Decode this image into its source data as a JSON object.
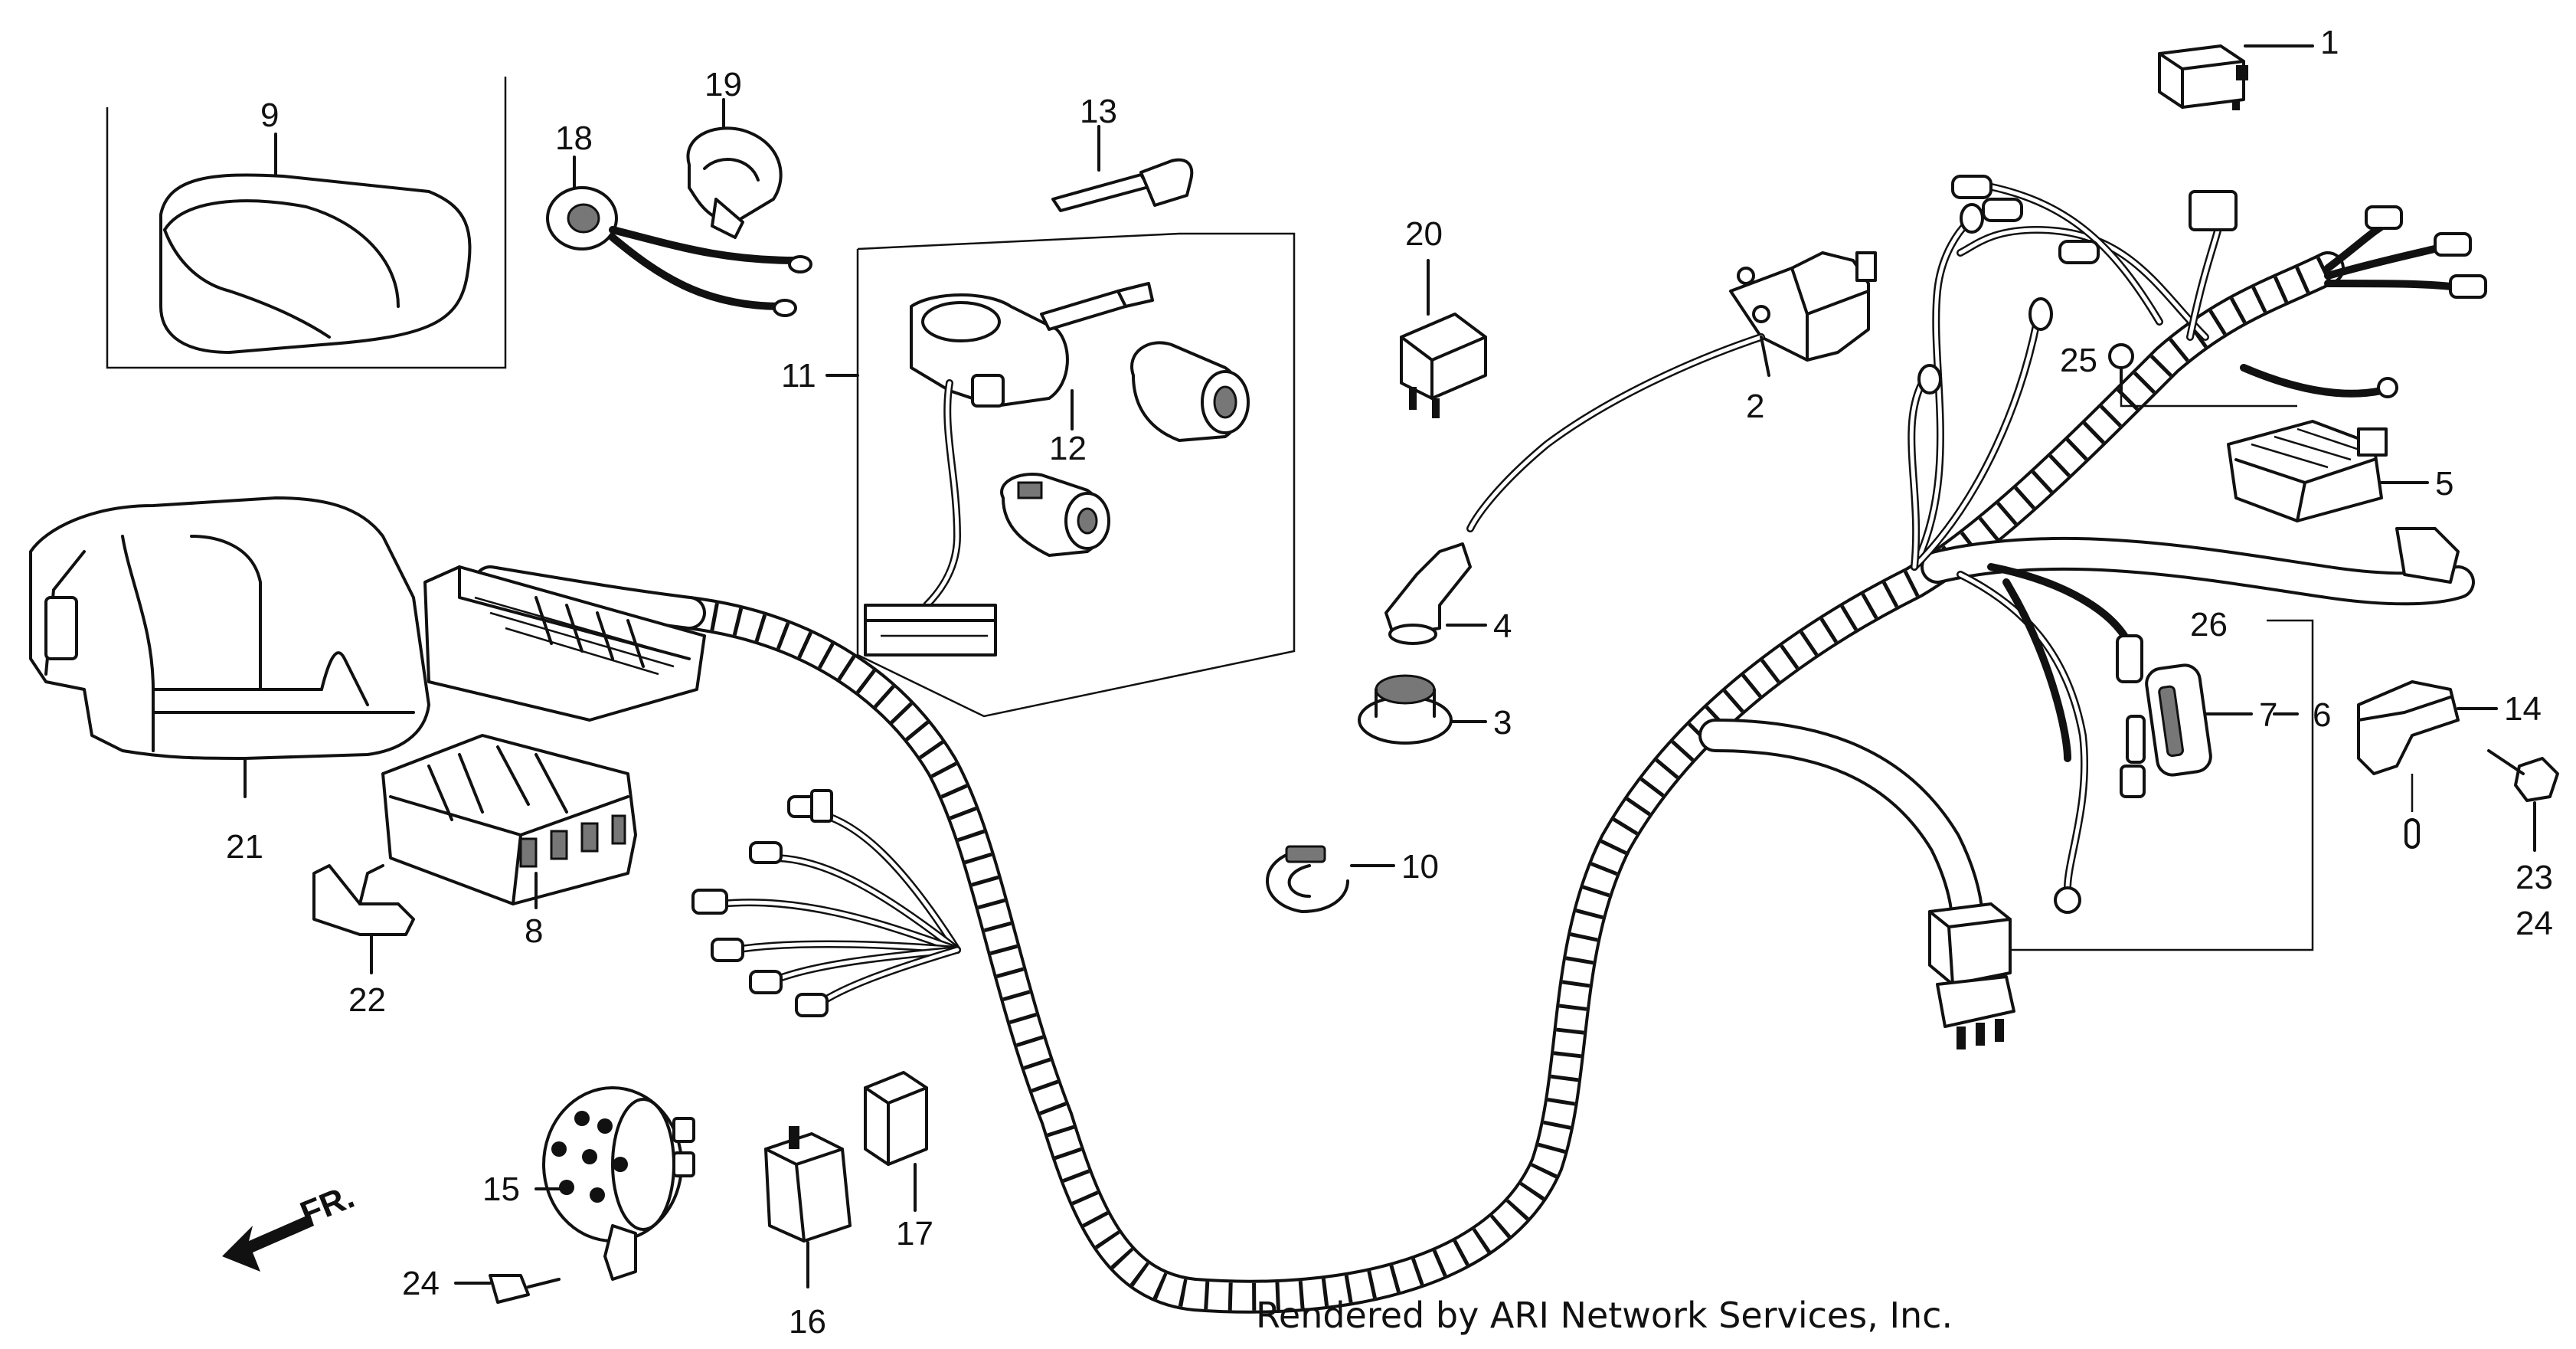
{
  "callouts": {
    "c1": "1",
    "c2": "2",
    "c3": "3",
    "c4": "4",
    "c5": "5",
    "c6": "6",
    "c7": "7",
    "c8": "8",
    "c9": "9",
    "c10": "10",
    "c11": "11",
    "c12": "12",
    "c13": "13",
    "c14": "14",
    "c15": "15",
    "c16": "16",
    "c17": "17",
    "c18": "18",
    "c19": "19",
    "c20": "20",
    "c21": "21",
    "c22": "22",
    "c23": "23",
    "c24a": "24",
    "c24b": "24",
    "c25": "25",
    "c26": "26"
  },
  "front_arrow": "FR.",
  "credit": "Rendered by ARI Network Services, Inc."
}
